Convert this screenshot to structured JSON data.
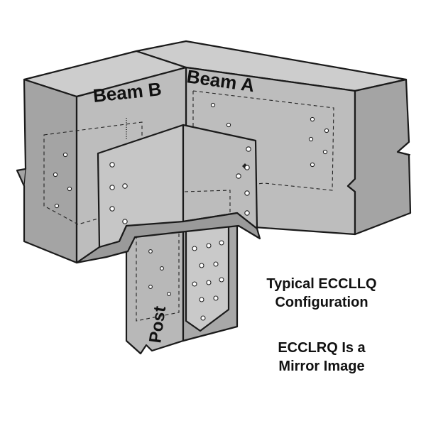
{
  "labels": {
    "beam_a": "Beam A",
    "beam_b": "Beam B",
    "post": "Post"
  },
  "caption": {
    "line1": "Typical ECCLLQ",
    "line2": "Configuration",
    "line3": "ECCLRQ Is a",
    "line4": "Mirror Image"
  },
  "colors": {
    "wood_top": "#c9c9c9",
    "wood_front": "#b3b3b3",
    "wood_side": "#9d9d9d",
    "plate": "#c2c2c2",
    "plate_dark": "#a8a8a8",
    "hidden_area": "#e9e9e9",
    "outline": "#1a1a1a"
  }
}
